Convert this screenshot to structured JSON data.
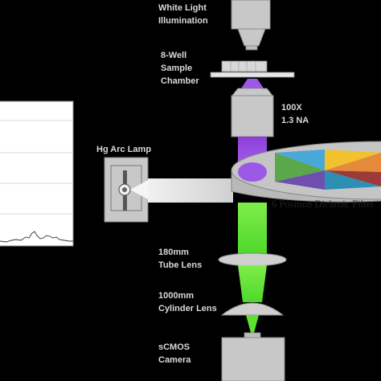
{
  "labels": {
    "white_light_line1": "White Light",
    "white_light_line2": "Illumination",
    "sample_line1": "8-Well",
    "sample_line2": "Sample",
    "sample_line3": "Chamber",
    "objective_line1": "100X",
    "objective_line2": "1.3 NA",
    "lamp": "Hg Arc Lamp",
    "filter_wheel": "6 Position  Dichroic Filter",
    "tube_lens_line1": "180mm",
    "tube_lens_line2": "Tube Lens",
    "cyl_lens_line1": "1000mm",
    "cyl_lens_line2": "Cylinder Lens",
    "camera_line1": "sCMOS",
    "camera_line2": "Camera"
  },
  "colors": {
    "background": "#000000",
    "excitation_beam": "#9b59e6",
    "emission_beam": "#6ee83a",
    "component_gray": "#c9c9c9",
    "filter_segments": [
      "#4aa8d8",
      "#f2c12e",
      "#7b4fb0",
      "#2e8fb5",
      "#9c3a3a",
      "#e58a3a"
    ]
  },
  "inset_plot": {
    "description_visible": false
  }
}
